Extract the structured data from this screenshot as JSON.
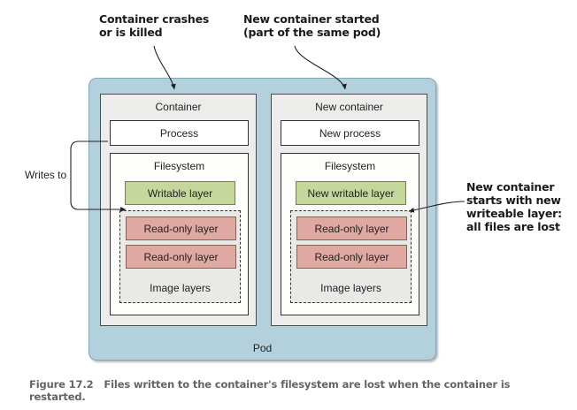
{
  "figure": {
    "number": "Figure 17.2",
    "caption": "Files written to the container's filesystem are lost when the container is restarted."
  },
  "annotations": {
    "crash": {
      "line1": "Container crashes",
      "line2": "or is killed"
    },
    "new_container": {
      "line1": "New container started",
      "line2": "(part of the same pod)"
    },
    "new_layer": {
      "line1": "New container",
      "line2": "starts with new",
      "line3": "writeable layer:",
      "line4": "all files are lost"
    },
    "writes_to": "Writes to"
  },
  "pod": {
    "label": "Pod",
    "containers": [
      {
        "title": "Container",
        "process": "Process",
        "filesystem": {
          "title": "Filesystem",
          "writable_layer": "Writable layer",
          "image_layers": {
            "label": "Image layers",
            "layers": [
              "Read-only layer",
              "Read-only layer"
            ]
          }
        }
      },
      {
        "title": "New container",
        "process": "New process",
        "filesystem": {
          "title": "Filesystem",
          "writable_layer": "New writable layer",
          "image_layers": {
            "label": "Image layers",
            "layers": [
              "Read-only layer",
              "Read-only layer"
            ]
          }
        }
      }
    ]
  },
  "colors": {
    "pod_fill": "#b2d1dd",
    "container_fill": "#ececea",
    "writable_fill": "#c5d79a",
    "readonly_fill": "#dfa8a0",
    "caption_text": "#636466"
  }
}
